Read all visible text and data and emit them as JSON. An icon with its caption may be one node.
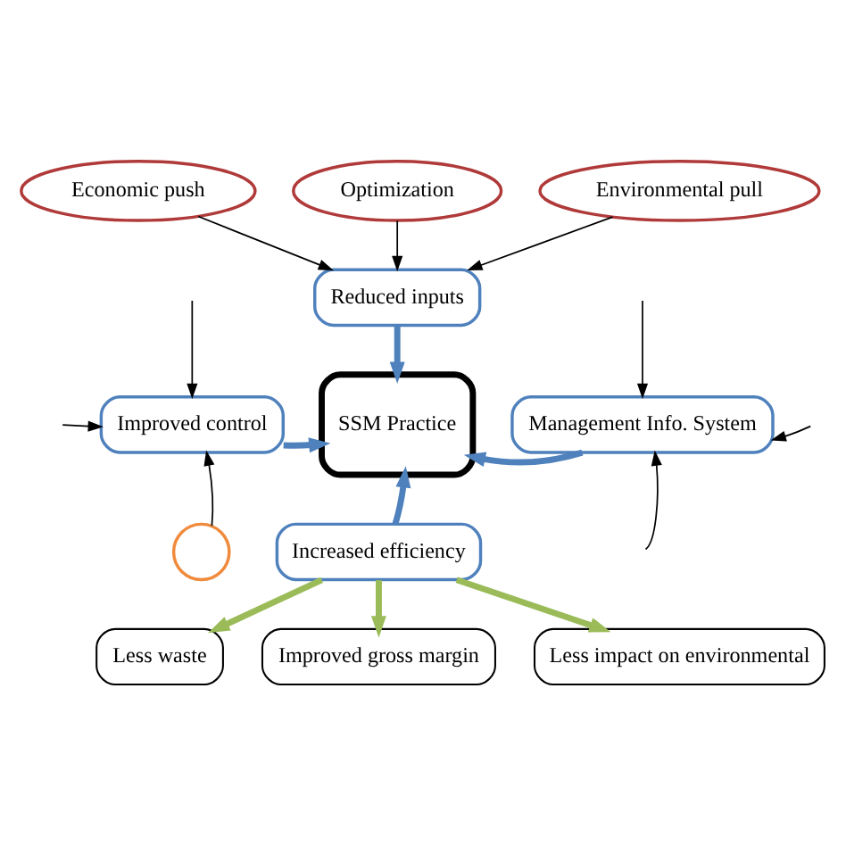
{
  "diagram": {
    "nodes": [
      {
        "text": [
          "Economic push"
        ]
      },
      {
        "text": [
          "Optimization"
        ]
      },
      {
        "text": [
          "Environmental pull"
        ]
      },
      {
        "text": [
          "Reduced inputs"
        ]
      },
      {
        "text": [
          "Improved control"
        ]
      },
      {
        "text": [
          "SSM Practice"
        ]
      },
      {
        "text": [
          "Management Info. System"
        ]
      },
      {
        "text": [
          "Increased efficiency"
        ]
      },
      {
        "text": [
          "Less waste"
        ]
      },
      {
        "text": [
          "Improved gross margin"
        ]
      },
      {
        "text": [
          "Less impact on environmental"
        ]
      },
      {
        "text": [],
        "shape": "circle"
      }
    ],
    "edges": [
      {
        "from": 0,
        "to": 3,
        "arrow": "to"
      },
      {
        "from": 1,
        "to": 3,
        "arrow": "to"
      },
      {
        "from": 2,
        "to": 3,
        "arrow": "to"
      },
      {
        "from": 3,
        "to": 5,
        "arrow": "to",
        "style": "thick",
        "color": "#4f81bd"
      },
      {
        "from": null,
        "to": 4,
        "arrow": "to"
      },
      {
        "from": null,
        "to": 4,
        "arrow": "to"
      },
      {
        "from": 11,
        "to": 4,
        "arrow": "to"
      },
      {
        "from": 4,
        "to": 5,
        "arrow": "to",
        "style": "thick",
        "color": "#4f81bd"
      },
      {
        "from": null,
        "to": 6,
        "arrow": "to"
      },
      {
        "from": null,
        "to": 6,
        "arrow": "to"
      },
      {
        "from": null,
        "to": 6,
        "arrow": "to"
      },
      {
        "from": 6,
        "to": 5,
        "arrow": "to",
        "style": "thick",
        "color": "#4f81bd"
      },
      {
        "from": 7,
        "to": 5,
        "arrow": "to",
        "style": "thick",
        "color": "#4f81bd"
      },
      {
        "from": 7,
        "to": 8,
        "arrow": "to",
        "style": "thick",
        "color": "#9bbb59"
      },
      {
        "from": 7,
        "to": 9,
        "arrow": "to",
        "style": "thick",
        "color": "#9bbb59"
      },
      {
        "from": 7,
        "to": 10,
        "arrow": "to",
        "style": "thick",
        "color": "#9bbb59"
      }
    ]
  }
}
